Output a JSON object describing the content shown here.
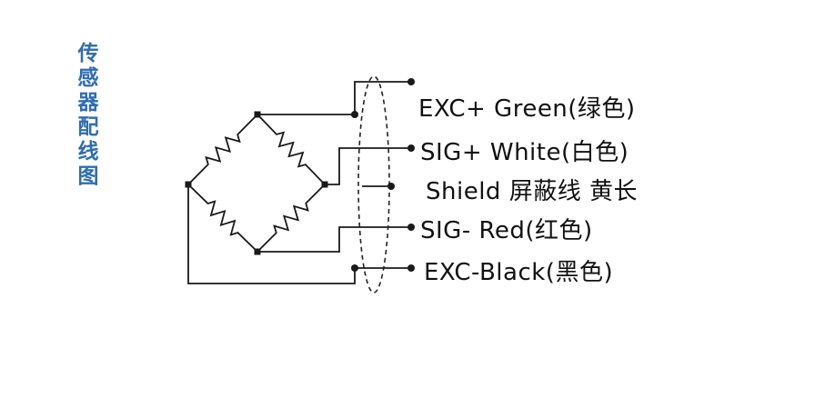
{
  "page": {
    "background": "#ffffff"
  },
  "title": {
    "text": "传感器配线图",
    "color": "#2e6db4"
  },
  "diagram": {
    "line_color": "#1a1a1a",
    "bridge": {
      "type": "wheatstone-bridge",
      "resistors": 4
    },
    "cable_shield_shape": "dashed-ellipse",
    "wires": [
      {
        "id": "exc-plus",
        "label": "EXC+ Green(绿色)"
      },
      {
        "id": "sig-plus",
        "label": "SIG+ White(白色)"
      },
      {
        "id": "shield",
        "label": "Shield  屏蔽线 黄长"
      },
      {
        "id": "sig-minus",
        "label": "SIG- Red(红色)"
      },
      {
        "id": "exc-minus",
        "label": "EXC-Black(黑色)"
      }
    ]
  }
}
